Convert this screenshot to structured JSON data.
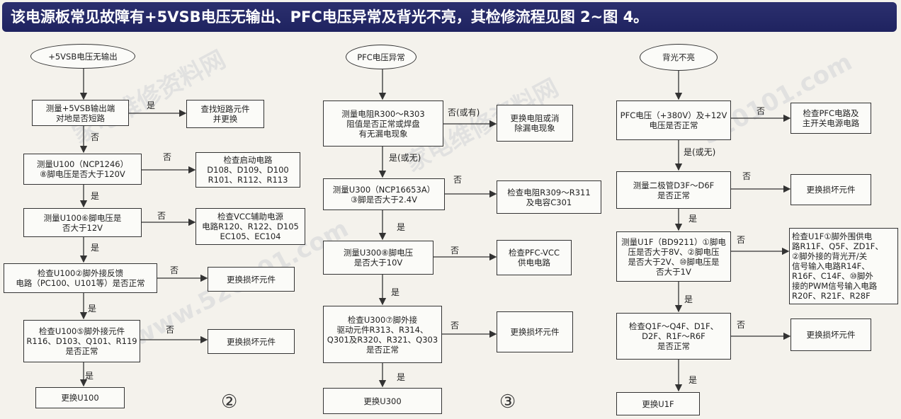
{
  "header": "该电源板常见故障有+5VSB电压无输出、PFC电压异常及背光不亮，其检修流程见图 2~图 4。",
  "yes": "是",
  "no": "否",
  "c1": {
    "start": "+5VSB电压无输出",
    "q1": "测量+5VSB输出端\n对地是否短路",
    "a1": "查找短路元件\n并更换",
    "q2": "测量U100（NCP1246）\n⑧脚电压是否大于120V",
    "a2": "检查启动电路\nD108、D109、D100\nR101、R112、R113",
    "q3": "测量U100⑥脚电压是\n否大于12V",
    "a3": "检查VCC辅助电源\n电路R120、R122、D105\nEC105、EC104",
    "q4": "检查U100②脚外接反馈\n电路（PC100、U101等）是否正常",
    "a4": "更换损坏元件",
    "q5": "检查U100⑤脚外接元件\nR116、D103、Q101、R119\n是否正常",
    "a5": "更换损坏元件",
    "end": "更换U100",
    "fig": "②"
  },
  "c2": {
    "start": "PFC电压异常",
    "q1": "测量电阻R300～R303\n阻值是否正常或焊盘\n有无漏电现象",
    "no1": "否(或有)",
    "a1": "更换电阻或消\n除漏电现象",
    "yes1": "是(或无)",
    "q2": "测量U300（NCP16653A）\n③脚是否大于2.4V",
    "a2": "检查电阻R309～R311\n及电容C301",
    "q3": "测量U300⑧脚电压\n是否大于10V",
    "a3": "检查PFC-VCC\n供电电路",
    "q4": "检查U300⑦脚外接\n驱动元件R313、R314、\nQ301及R320、R321、Q303\n是否正常",
    "a4": "更换损坏元件",
    "end": "更换U300",
    "fig": "③"
  },
  "c3": {
    "start": "背光不亮",
    "q1": "PFC电压（+380V）及+12V\n电压是否正常",
    "a1": "检查PFC电路及\n主开关电源电路",
    "yes1": "是(或无)",
    "q2": "测量二极管D3F～D6F\n是否正常",
    "a2": "更换损坏元件",
    "q3": "测量U1F（BD9211）①脚电\n压是否大于8V、②脚电压\n是否大于2V、⑩脚电压是\n否大于1V",
    "a3": "检查U1F①脚外围供电\n路R11F、Q5F、ZD1F、\n②脚外接的背光开/关\n信号输入电路R14F、\nR16F、C14F、⑩脚外\n接的PWM信号输入电路\nR20F、R21F、R28F",
    "q4": "检查Q1F～Q4F、D1F、\nD2F、R1F～R6F\n是否正常",
    "a4": "更换损坏元件",
    "end": "更换U1F"
  },
  "watermark": [
    "家电维修资料网",
    "www.520101.com",
    "家电维修资料网",
    "520101.com"
  ]
}
